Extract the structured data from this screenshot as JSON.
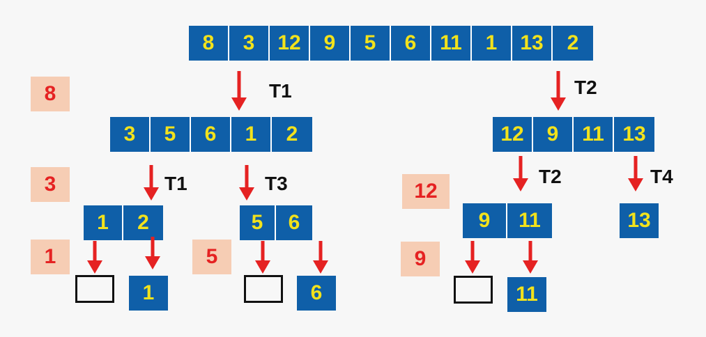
{
  "arrays": {
    "root": [
      "8",
      "3",
      "12",
      "9",
      "5",
      "6",
      "11",
      "1",
      "13",
      "2"
    ],
    "left_level1": [
      "3",
      "5",
      "6",
      "1",
      "2"
    ],
    "right_level1": [
      "12",
      "9",
      "11",
      "13"
    ],
    "left_level2_a": [
      "1",
      "2"
    ],
    "left_level2_b": [
      "5",
      "6"
    ],
    "right_level2_a": [
      "9",
      "11"
    ],
    "right_level2_b": [
      "13"
    ],
    "leaf_1": [
      "1"
    ],
    "leaf_6": [
      "6"
    ],
    "leaf_11": [
      "11"
    ]
  },
  "pivots": {
    "p8": "8",
    "p3": "3",
    "p1": "1",
    "p5": "5",
    "p12": "12",
    "p9": "9"
  },
  "thread_labels": {
    "t1_top": "T1",
    "t2_top": "T2",
    "t1_mid": "T1",
    "t3_mid": "T3",
    "t2_mid": "T2",
    "t4_mid": "T4"
  },
  "colors": {
    "cell_bg": "#0f5fa8",
    "cell_text": "#f2e21c",
    "pivot_bg": "#f6cdb4",
    "pivot_text": "#e52222",
    "arrow": "#e52222",
    "label": "#111111"
  }
}
